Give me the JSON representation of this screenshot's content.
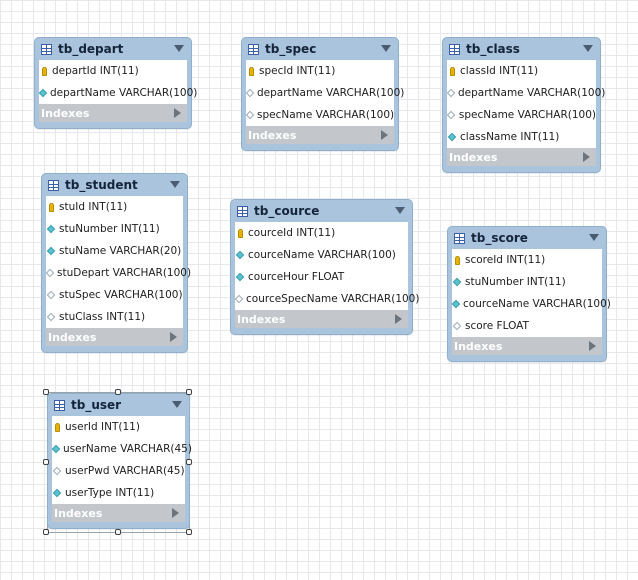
{
  "tables": {
    "tb_depart": {
      "name": "tb_depart",
      "indexes": "Indexes",
      "columns": [
        {
          "text": "departId INT(11)"
        },
        {
          "text": "departName VARCHAR(100)"
        }
      ]
    },
    "tb_spec": {
      "name": "tb_spec",
      "indexes": "Indexes",
      "columns": [
        {
          "text": "specId INT(11)"
        },
        {
          "text": "departName VARCHAR(100)"
        },
        {
          "text": "specName VARCHAR(100)"
        }
      ]
    },
    "tb_class": {
      "name": "tb_class",
      "indexes": "Indexes",
      "columns": [
        {
          "text": "classId INT(11)"
        },
        {
          "text": "departName VARCHAR(100)"
        },
        {
          "text": "specName VARCHAR(100)"
        },
        {
          "text": "className INT(11)"
        }
      ]
    },
    "tb_student": {
      "name": "tb_student",
      "indexes": "Indexes",
      "columns": [
        {
          "text": "stuId INT(11)"
        },
        {
          "text": "stuNumber INT(11)"
        },
        {
          "text": "stuName VARCHAR(20)"
        },
        {
          "text": "stuDepart VARCHAR(100)"
        },
        {
          "text": "stuSpec VARCHAR(100)"
        },
        {
          "text": "stuClass INT(11)"
        }
      ]
    },
    "tb_cource": {
      "name": "tb_cource",
      "indexes": "Indexes",
      "columns": [
        {
          "text": "courceId INT(11)"
        },
        {
          "text": "courceName VARCHAR(100)"
        },
        {
          "text": "courceHour FLOAT"
        },
        {
          "text": "courceSpecName VARCHAR(100)"
        }
      ]
    },
    "tb_score": {
      "name": "tb_score",
      "indexes": "Indexes",
      "columns": [
        {
          "text": "scoreId INT(11)"
        },
        {
          "text": "stuNumber INT(11)"
        },
        {
          "text": "courceName VARCHAR(100)"
        },
        {
          "text": "score FLOAT"
        }
      ]
    },
    "tb_user": {
      "name": "tb_user",
      "indexes": "Indexes",
      "columns": [
        {
          "text": "userId INT(11)"
        },
        {
          "text": "userName VARCHAR(45)"
        },
        {
          "text": "userPwd VARCHAR(45)"
        },
        {
          "text": "userType INT(11)"
        }
      ]
    }
  }
}
